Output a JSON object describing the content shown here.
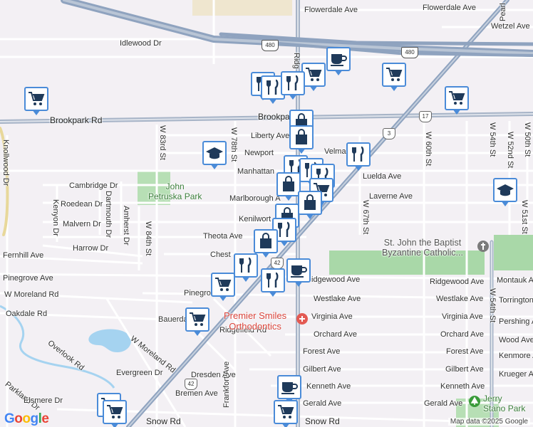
{
  "streets": {
    "flowerdale": "Flowerdale Ave",
    "flowerdale2": "Flowerdale Ave",
    "wetzel": "Wetzel Ave",
    "idlewood": "Idlewood Dr",
    "brookpark_w": "Brookpark Rd",
    "brookpark_e": "Brookpark",
    "liberty": "Liberty Ave",
    "newport": "Newport",
    "velma": "Velma",
    "manhattan": "Manhattan",
    "luelda": "Luelda Ave",
    "cambridge": "Cambridge Dr",
    "roedean": "Roedean Dr",
    "marlborough": "Marlborough A",
    "laverne": "Laverne Ave",
    "malvern": "Malvern Dr",
    "kenilworth": "Kenilwort",
    "theota": "Theota Ave",
    "harrow": "Harrow Dr",
    "chester": "Chest",
    "fernhill": "Fernhill Ave",
    "pinegrove": "Pinegrove Ave",
    "pinegrove2": "Pinegro",
    "ridgewood": "idgewood Ave",
    "ridgewood2": "Ridgewood Ave",
    "westlake": "Westlake Ave",
    "westlake2": "Westlake Ave",
    "moreland_w": "W Moreland Rd",
    "oakdale": "Oakdale Rd",
    "bauerdale": "Bauerda",
    "virginia": "Virginia Ave",
    "virginia2": "Virginia Ave",
    "orchard": "Orchard Ave",
    "orchard2": "Orchard Ave",
    "forest": "Forest Ave",
    "forest2": "Forest Ave",
    "gilbert": "Gilbert Ave",
    "gilbert2": "Gilbert Ave",
    "kenneth": "Kenneth Ave",
    "kenneth2": "Kenneth Ave",
    "gerald": "Gerald Ave",
    "gerald2": "Gerald Ave",
    "snow_w": "Snow Rd",
    "snow_e": "Snow Rd",
    "overlook": "Overlook Rd",
    "ridgefield": "Ridgefield Rd",
    "moreland_diag": "W Moreland Rd",
    "dresden": "Dresden Ave",
    "bremen": "Bremen Ave",
    "frankfort": "Frankfort Ave",
    "evergreen": "Evergreen Dr",
    "parkland": "Parkland Dr",
    "elsmere": "Elsmere Dr",
    "montauk": "Montauk A",
    "torrington": "Torrington",
    "pershing": "Pershing A",
    "wood": "Wood Ave",
    "kenmore": "Kenmore A",
    "krueger": "Krueger A",
    "w83": "W 83rd St",
    "w84": "W 84th St",
    "w78": "W 78th St",
    "w67": "W 67th St",
    "w60": "W 60th St",
    "w54a": "W 54th St",
    "w54b": "W 54th St",
    "w52": "W 52nd St",
    "w51": "W 51st St",
    "w50": "W 50th St",
    "dartmouth": "Dartmouth Dr",
    "amherst": "Amherst Dr",
    "kenyon": "Kenyon Dr",
    "knollwood": "Knollwood Dr",
    "ridge": "Ridg",
    "pearl": "Pearl"
  },
  "places": {
    "park1": "John\nPetruska Park",
    "church": "St. John the Baptist\nByzantine Catholic...",
    "dentist": "Premier Smiles\nOrthodontics",
    "park2": "Jerry\nStano Park"
  },
  "shields": {
    "i480": "480",
    "r17": "17",
    "r3": "3",
    "r42": "42",
    "r42b": "42"
  },
  "branding": {
    "google": "Google",
    "attribution": "Map data ©2025 Google"
  },
  "colors": {
    "pin_border": "#4a8bd8",
    "pin_icon": "#1f3a5a",
    "highway": "#8fa3bf",
    "park": "#a9d8a8",
    "poi_red": "#d9433a"
  }
}
